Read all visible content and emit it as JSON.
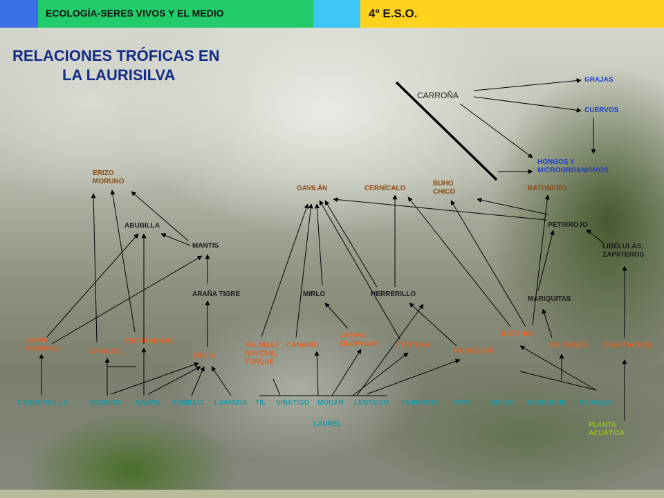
{
  "header": {
    "subject": "ECOLOGÍA-SERES VIVOS Y EL MEDIO",
    "grade": "4º E.S.O."
  },
  "title": {
    "line1": "RELACIONES TRÓFICAS EN",
    "line2": "LA LAURISILVA"
  },
  "colors": {
    "title": "#142c86",
    "consumer": "#1b1b1b",
    "predator": "#8b4a12",
    "herbivore": "#e2622a",
    "decomposer": "#1f3fc8",
    "plant": "#1a9aa6",
    "aquatic_plant": "#8fc21e"
  },
  "nodes": {
    "carrona": "CARROÑA",
    "grajas": "GRAJAS",
    "cuervos": "CUERVOS",
    "hongos": [
      "HONGOS Y",
      "MICROORGANISMOS"
    ],
    "erizo": [
      "ERIZO",
      "MORUNO"
    ],
    "gavilan": "GAVILÁN",
    "cernicalo": "CERNÍCALO",
    "buho": [
      "BUHO",
      "CHICO"
    ],
    "ratonero": "RATONERO",
    "abubilla": "ABUBILLA",
    "petirrojo": "PETIRROJO",
    "mantis": "MANTIS",
    "libelulas": [
      "LIBÉLULAS,",
      "ZAPATEROS"
    ],
    "arana": "ARAÑA TIGRE",
    "mirlo": "MIRLO",
    "herrerillo": "HERRERILLO",
    "mariquitas": "MARIQUITAS",
    "larvas_xil": [
      "LARVAS",
      "XILÓFAGAS"
    ],
    "ratones": "RATONES",
    "larva_monarca": [
      "LARVA",
      "MONARCA"
    ],
    "escarabajo": "ESCARABAJO",
    "palomas": [
      "PALOMAS",
      "RAVICHE,",
      "TURQUÉ"
    ],
    "canario": "CANARIO",
    "tortola": "TÓRTOLA",
    "pulgones": "PULGONES",
    "crustaceos": "CRUSTÁCEOS",
    "caracol": "CARACOL",
    "abeja": "ABEJA",
    "gorgojos": "GORGOJOS",
    "cardoncillo": "CARDONCILLO",
    "romero": "ROMERO",
    "salvia": "SALVIA",
    "tomillo": "TOMILLO",
    "lavanda": "LAVANDA",
    "til": "TIL",
    "vinatigo": "VIÑÁTIGO",
    "mocan": "MOCÁN",
    "lentisco": "LENTISCO",
    "tajinaste": "TAJINASTE",
    "faya": "FAYA",
    "brezo": "BREZO",
    "acebuche": "ACEBUCHE",
    "bejeque": "BEJEQUE",
    "laurel": "LAUREL",
    "planta_acuatica": [
      "PLANTA",
      "ACUÁTICA"
    ]
  }
}
